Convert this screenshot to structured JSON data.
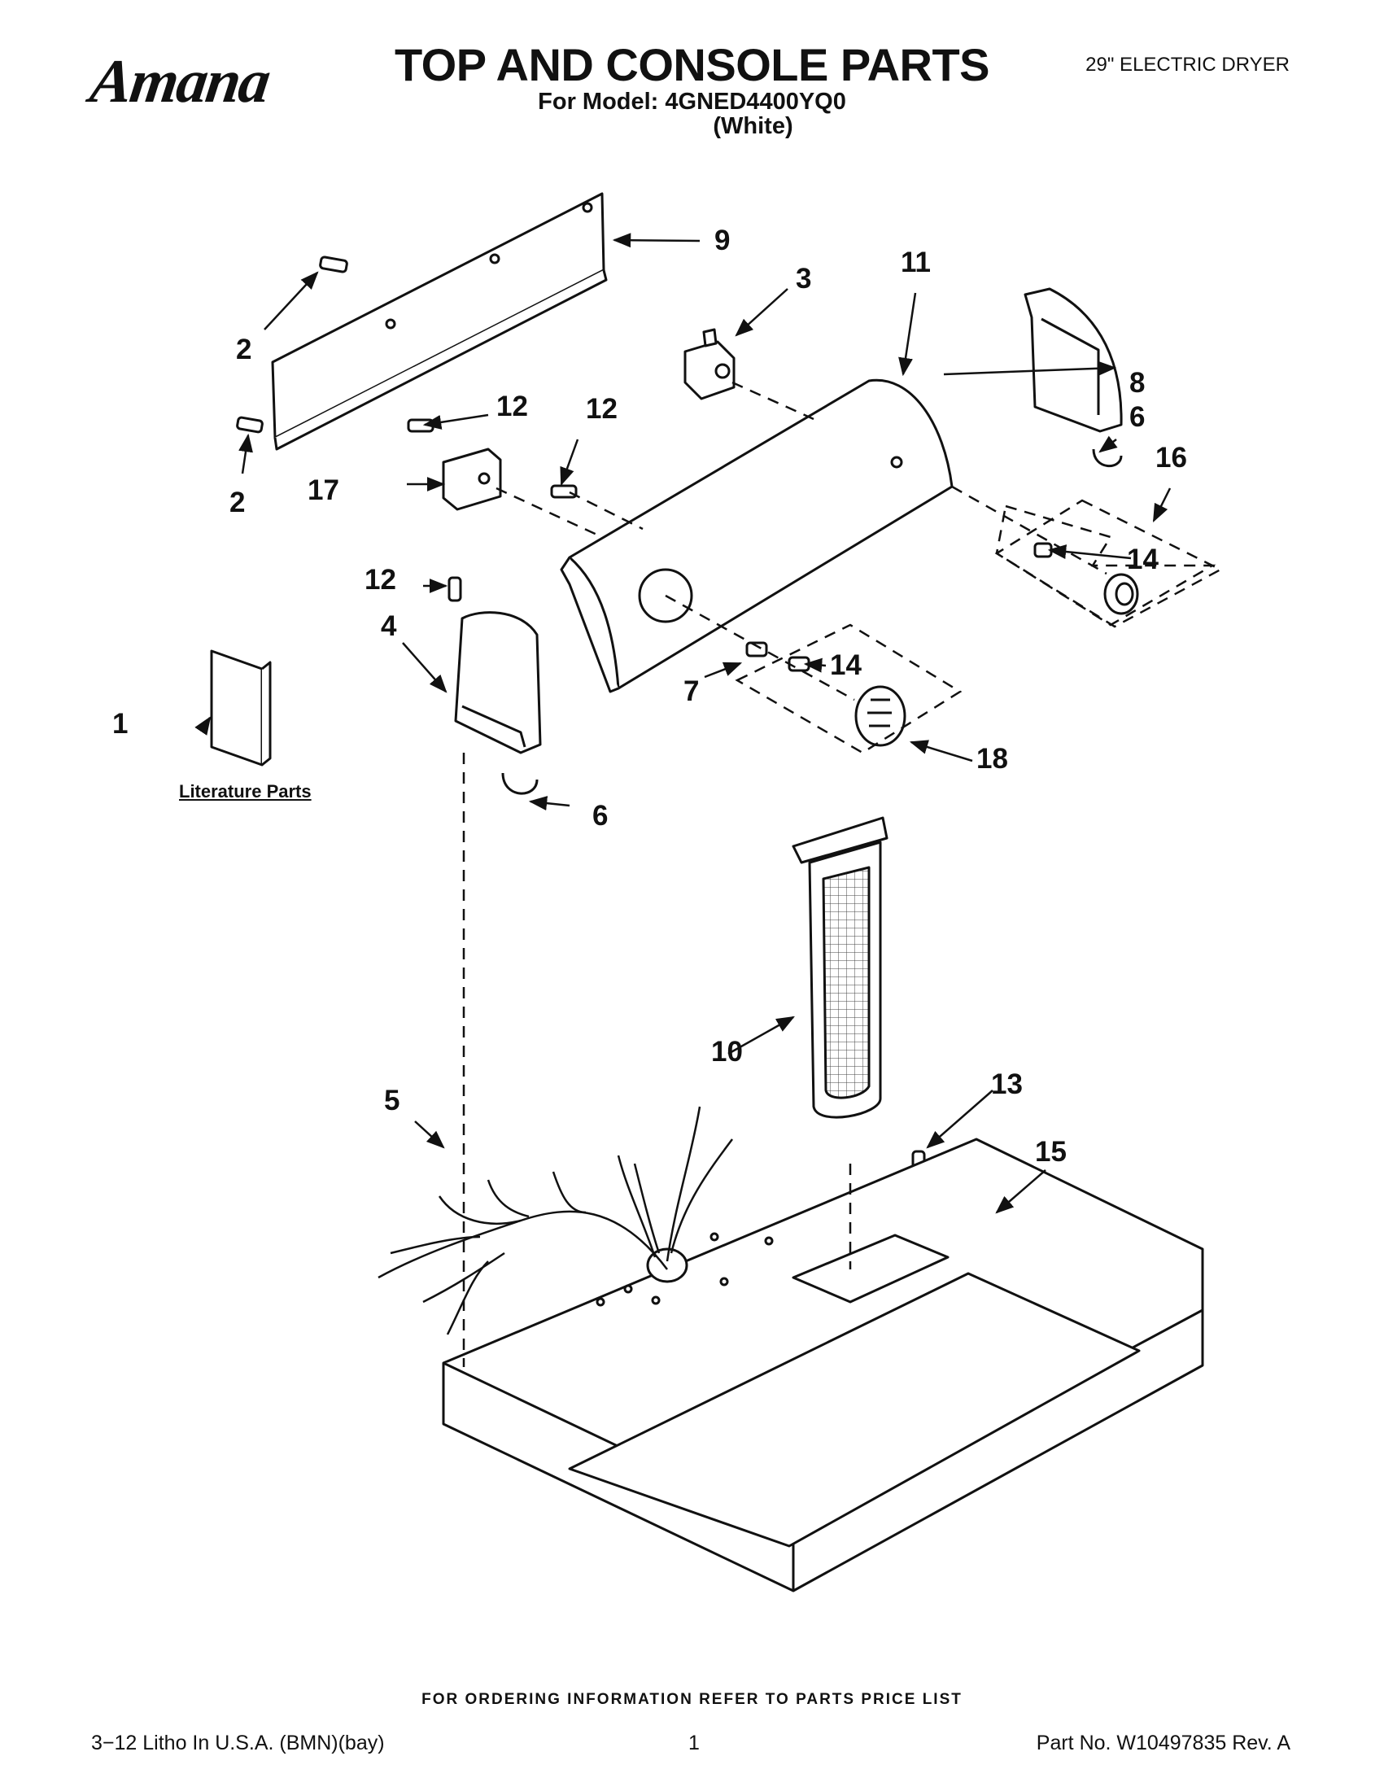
{
  "header": {
    "brand": "Amana",
    "title": "TOP AND CONSOLE PARTS",
    "model_line": "For Model: 4GNED4400YQ0",
    "color_line": "(White)",
    "product": "29\" ELECTRIC DRYER"
  },
  "literature_label": "Literature Parts",
  "callouts": [
    {
      "id": "c1",
      "text": "1"
    },
    {
      "id": "c2a",
      "text": "2"
    },
    {
      "id": "c2b",
      "text": "2"
    },
    {
      "id": "c3",
      "text": "3"
    },
    {
      "id": "c4",
      "text": "4"
    },
    {
      "id": "c5",
      "text": "5"
    },
    {
      "id": "c6a",
      "text": "6"
    },
    {
      "id": "c6b",
      "text": "6"
    },
    {
      "id": "c7",
      "text": "7"
    },
    {
      "id": "c8",
      "text": "8"
    },
    {
      "id": "c9",
      "text": "9"
    },
    {
      "id": "c10",
      "text": "10"
    },
    {
      "id": "c11",
      "text": "11"
    },
    {
      "id": "c12a",
      "text": "12"
    },
    {
      "id": "c12b",
      "text": "12"
    },
    {
      "id": "c12c",
      "text": "12"
    },
    {
      "id": "c13",
      "text": "13"
    },
    {
      "id": "c14a",
      "text": "14"
    },
    {
      "id": "c14b",
      "text": "14"
    },
    {
      "id": "c15",
      "text": "15"
    },
    {
      "id": "c16",
      "text": "16"
    },
    {
      "id": "c17",
      "text": "17"
    },
    {
      "id": "c18",
      "text": "18"
    }
  ],
  "footer": {
    "ordering_note": "FOR ORDERING INFORMATION REFER TO PARTS PRICE LIST",
    "litho": "3−12 Litho In U.S.A. (BMN)(bay)",
    "page_number": "1",
    "part_number": "Part No. W10497835 Rev. A"
  }
}
